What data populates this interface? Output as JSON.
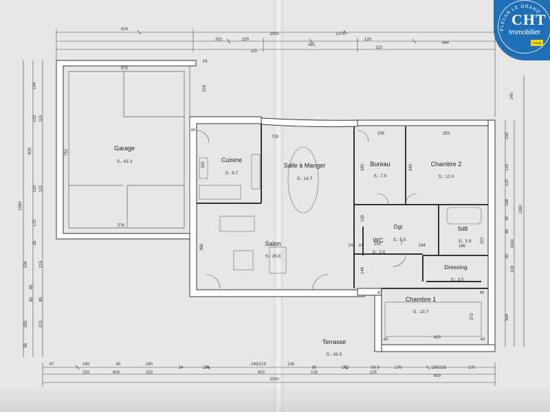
{
  "logo": {
    "brand": "CHT",
    "subtitle": "Immobilier",
    "ring_text": "PLELAN LE GRAND",
    "badge": "FNAIM"
  },
  "rooms": [
    {
      "id": "garage",
      "name": "Garage",
      "area": "S.: 43.3"
    },
    {
      "id": "cuisine",
      "name": "Cuisine",
      "area": "S.: 9.7"
    },
    {
      "id": "salle-a-manger",
      "name": "Salle à Manger",
      "area": "S.: 14.7"
    },
    {
      "id": "bureau",
      "name": "Bureau",
      "area": "S.: 7.5"
    },
    {
      "id": "chambre-2",
      "name": "Chambre 2",
      "area": "S.: 12.0"
    },
    {
      "id": "salon",
      "name": "Salon",
      "area": "S.: 26.8"
    },
    {
      "id": "wc",
      "name": "WC",
      "area": "S.: 2.0"
    },
    {
      "id": "dgt",
      "name": "Dgt",
      "area": "S.: 5.5"
    },
    {
      "id": "sdb",
      "name": "SdB",
      "area": "S.: 3.9"
    },
    {
      "id": "dressing",
      "name": "Dressing",
      "area": "S.: 3.0"
    },
    {
      "id": "chambre-1",
      "name": "Chambre 1",
      "area": "S.: 15.7"
    },
    {
      "id": "terrasse",
      "name": "Terrasse",
      "area": "S.: 43.5"
    }
  ],
  "dimensions": {
    "top": [
      "624",
      "2000",
      "1376",
      "201",
      "120",
      "115",
      "120",
      "115",
      "491",
      "444"
    ],
    "bottom_row1": [
      "47",
      "240",
      "40",
      "240",
      "34",
      "184",
      "240/215",
      "149",
      "90",
      "178",
      "50 9",
      "170",
      "180/215"
    ],
    "bottom_row2": [
      "220",
      "600",
      "220",
      "900",
      "215",
      "215",
      "800",
      "170"
    ],
    "bottom_total": "2000",
    "left_outer": [
      "1260",
      "800",
      "194",
      "120",
      "115",
      "120",
      "115",
      "170",
      "26",
      "230",
      "215",
      "85",
      "65",
      "85",
      "250",
      "215",
      "56"
    ],
    "left_inner": [
      "752"
    ],
    "right": [
      "240",
      "1260",
      "150",
      "120",
      "120",
      "198",
      "50",
      "80",
      "1040",
      "50",
      "100",
      "554"
    ],
    "interior": [
      "576",
      "576",
      "24",
      "218",
      "40",
      "729",
      "208",
      "353",
      "340",
      "340",
      "100",
      "200",
      "164",
      "148",
      "40",
      "40",
      "273",
      "420",
      "40",
      "40",
      "366",
      "320",
      "24",
      "24",
      "207",
      "180",
      "7"
    ]
  }
}
